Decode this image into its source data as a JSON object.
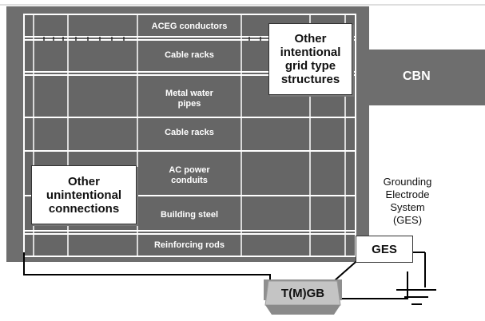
{
  "diagram": {
    "layers": [
      "ACEG conductors",
      "Cable racks",
      "Metal water\npipes",
      "Cable racks",
      "AC power\nconduits",
      "Building steel",
      "Reinforcing rods"
    ],
    "callouts": {
      "intentional": "Other\nintentional\ngrid type\nstructures",
      "unintentional": "Other\nunintentional\nconnections"
    },
    "cbn": "CBN",
    "ges_caption": "Grounding\nElectrode\nSystem\n(GES)",
    "ges_box": "GES",
    "tmgb": "T(M)GB"
  }
}
